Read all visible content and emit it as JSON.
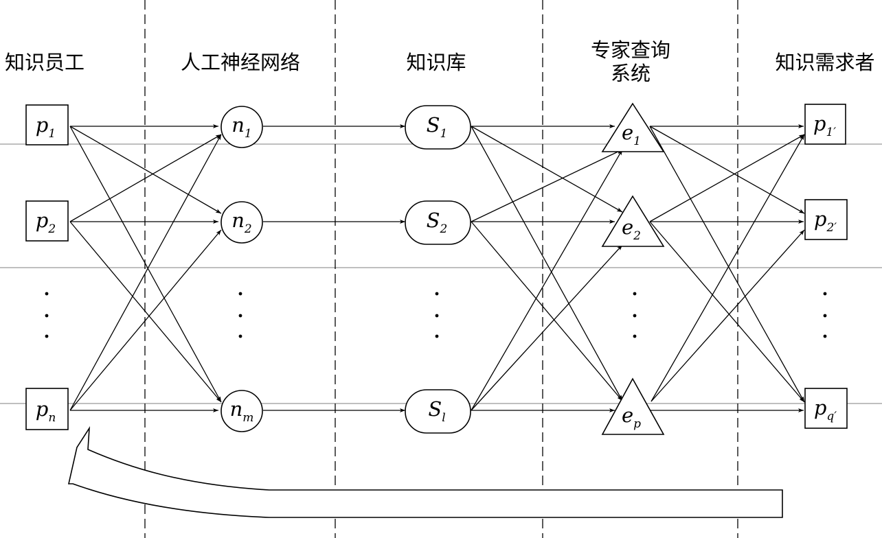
{
  "columns": {
    "employees": "知识员工",
    "ann": "人工神经网络",
    "kb": "知识库",
    "expert_line1": "专家查询",
    "expert_line2": "系统",
    "demanders": "知识需求者"
  },
  "nodes": {
    "employees": [
      {
        "base": "p",
        "sub": "1"
      },
      {
        "base": "p",
        "sub": "2"
      },
      {
        "base": "p",
        "sub": "n"
      }
    ],
    "neurons": [
      {
        "base": "n",
        "sub": "1"
      },
      {
        "base": "n",
        "sub": "2"
      },
      {
        "base": "n",
        "sub": "m"
      }
    ],
    "kb": [
      {
        "base": "S",
        "sub": "1"
      },
      {
        "base": "S",
        "sub": "2"
      },
      {
        "base": "S",
        "sub": "l"
      }
    ],
    "experts": [
      {
        "base": "e",
        "sub": "1"
      },
      {
        "base": "e",
        "sub": "2"
      },
      {
        "base": "e",
        "sub": "p"
      }
    ],
    "demanders": [
      {
        "base": "p",
        "sub": "1′"
      },
      {
        "base": "p",
        "sub": "2′"
      },
      {
        "base": "p",
        "sub": "q′"
      }
    ]
  }
}
